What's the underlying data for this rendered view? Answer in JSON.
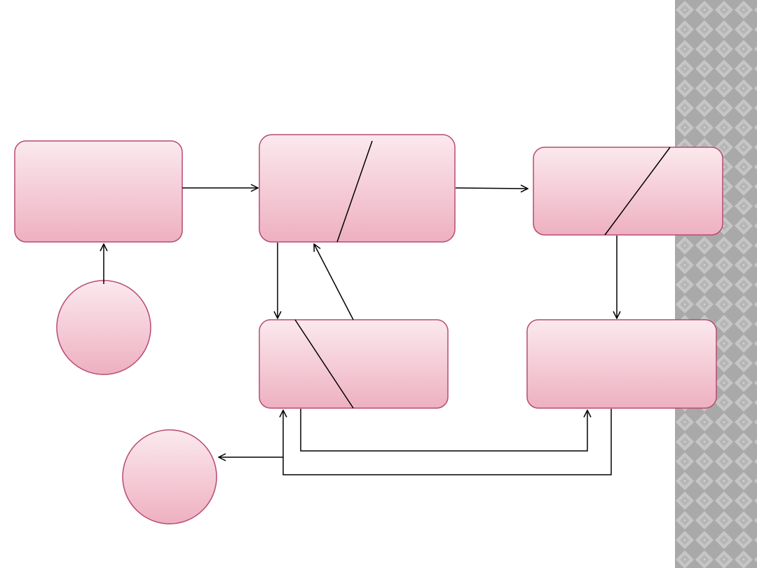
{
  "slide": {
    "title": ""
  },
  "diagram": {
    "nodes": [
      {
        "id": "box-top-left",
        "shape": "rounded-rect",
        "label": ""
      },
      {
        "id": "box-top-center",
        "shape": "rounded-rect",
        "label": "",
        "divided": true
      },
      {
        "id": "box-top-right",
        "shape": "rounded-rect",
        "label": "",
        "divided": true
      },
      {
        "id": "box-bottom-center",
        "shape": "rounded-rect",
        "label": "",
        "divided": true
      },
      {
        "id": "box-bottom-right",
        "shape": "rounded-rect",
        "label": ""
      },
      {
        "id": "circle-upper",
        "shape": "circle",
        "label": ""
      },
      {
        "id": "circle-lower",
        "shape": "circle",
        "label": ""
      }
    ],
    "edges": [
      {
        "from": "circle-upper",
        "to": "box-top-left"
      },
      {
        "from": "box-top-left",
        "to": "box-top-center"
      },
      {
        "from": "box-top-center",
        "to": "box-top-right"
      },
      {
        "from": "box-top-center",
        "to": "box-bottom-center"
      },
      {
        "from": "box-bottom-center",
        "to": "box-top-center"
      },
      {
        "from": "box-top-right",
        "to": "box-bottom-right"
      },
      {
        "from": "box-bottom-center",
        "to": "box-bottom-right"
      },
      {
        "from": "box-bottom-right",
        "to": "box-bottom-center"
      },
      {
        "from": "box-bottom-center",
        "to": "circle-lower"
      }
    ]
  },
  "colors": {
    "node_fill_top": "#fbe9ee",
    "node_fill_bottom": "#eeb0c1",
    "node_stroke": "#b84a72",
    "edge": "#000000",
    "sidebar_base": "#a9a9a9",
    "sidebar_pattern": "#c4c4c4"
  }
}
